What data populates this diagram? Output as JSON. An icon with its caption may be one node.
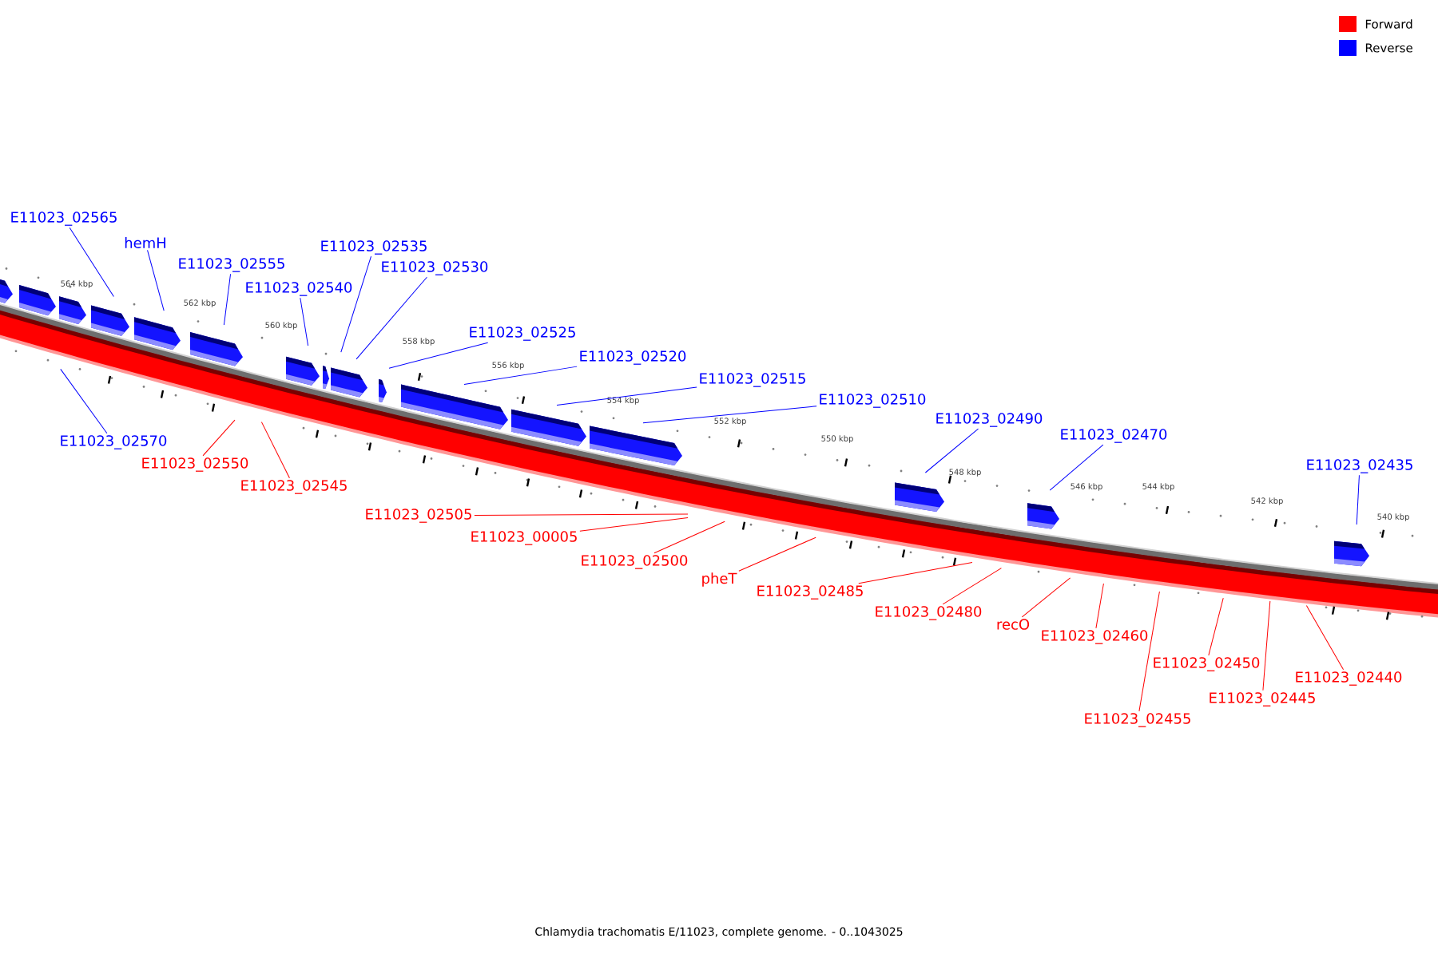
{
  "diagram": {
    "caption": "Chlamydia trachomatis E/11023, complete genome. - 0..1043025",
    "nodes": [
      {
        "text": [
          "E11023_02565"
        ]
      },
      {
        "text": [
          "hemH"
        ]
      },
      {
        "text": [
          "E11023_02555"
        ]
      },
      {
        "text": [
          "E11023_02535"
        ]
      },
      {
        "text": [
          "E11023_02540"
        ]
      },
      {
        "text": [
          "E11023_02530"
        ]
      },
      {
        "text": [
          "E11023_02525"
        ]
      },
      {
        "text": [
          "E11023_02520"
        ]
      },
      {
        "text": [
          "E11023_02515"
        ]
      },
      {
        "text": [
          "E11023_02510"
        ]
      },
      {
        "text": [
          "E11023_02490"
        ]
      },
      {
        "text": [
          "E11023_02470"
        ]
      },
      {
        "text": [
          "E11023_02435"
        ]
      },
      {
        "text": [
          "E11023_02570"
        ]
      },
      {
        "text": [
          "E11023_02550"
        ]
      },
      {
        "text": [
          "E11023_02545"
        ]
      },
      {
        "text": [
          "E11023_02505"
        ]
      },
      {
        "text": [
          "E11023_00005"
        ]
      },
      {
        "text": [
          "E11023_02500"
        ]
      },
      {
        "text": [
          "pheT"
        ]
      },
      {
        "text": [
          "E11023_02485"
        ]
      },
      {
        "text": [
          "E11023_02480"
        ]
      },
      {
        "text": [
          "recO"
        ]
      },
      {
        "text": [
          "E11023_02460"
        ]
      },
      {
        "text": [
          "E11023_02450"
        ]
      },
      {
        "text": [
          "E11023_02445"
        ]
      },
      {
        "text": [
          "E11023_02455"
        ]
      },
      {
        "text": [
          "E11023_02440"
        ]
      }
    ],
    "edges": [
      {
        "from": 0,
        "to": null,
        "arrow": "none"
      },
      {
        "from": 1,
        "to": null,
        "arrow": "none"
      },
      {
        "from": 2,
        "to": null,
        "arrow": "none"
      },
      {
        "from": 3,
        "to": null,
        "arrow": "none"
      },
      {
        "from": 4,
        "to": null,
        "arrow": "none"
      },
      {
        "from": 5,
        "to": null,
        "arrow": "none"
      },
      {
        "from": 6,
        "to": null,
        "arrow": "none"
      },
      {
        "from": 7,
        "to": null,
        "arrow": "none"
      },
      {
        "from": 8,
        "to": null,
        "arrow": "none"
      },
      {
        "from": 9,
        "to": null,
        "arrow": "none"
      },
      {
        "from": 10,
        "to": null,
        "arrow": "none"
      },
      {
        "from": 11,
        "to": null,
        "arrow": "none"
      },
      {
        "from": 12,
        "to": null,
        "arrow": "none"
      },
      {
        "from": 13,
        "to": null,
        "arrow": "none"
      },
      {
        "from": 14,
        "to": null,
        "arrow": "none",
        "color": "#ff0000"
      },
      {
        "from": 15,
        "to": null,
        "arrow": "none",
        "color": "#ff0000"
      },
      {
        "from": 16,
        "to": null,
        "arrow": "none",
        "color": "#ff0000"
      },
      {
        "from": 17,
        "to": null,
        "arrow": "none",
        "color": "#ff0000"
      },
      {
        "from": 18,
        "to": null,
        "arrow": "none",
        "color": "#ff0000"
      },
      {
        "from": 19,
        "to": null,
        "arrow": "none",
        "color": "#ff0000"
      },
      {
        "from": 20,
        "to": null,
        "arrow": "none",
        "color": "#ff0000"
      },
      {
        "from": 21,
        "to": null,
        "arrow": "none",
        "color": "#ff0000"
      },
      {
        "from": 22,
        "to": null,
        "arrow": "none",
        "color": "#ff0000"
      },
      {
        "from": 23,
        "to": null,
        "arrow": "none",
        "color": "#ff0000"
      },
      {
        "from": 24,
        "to": null,
        "arrow": "none",
        "color": "#ff0000"
      },
      {
        "from": 25,
        "to": null,
        "arrow": "none",
        "color": "#ff0000"
      },
      {
        "from": 26,
        "to": null,
        "arrow": "none",
        "color": "#ff0000"
      },
      {
        "from": 27,
        "to": null,
        "arrow": "none",
        "color": "#ff0000"
      }
    ],
    "labels": [
      "564 kbp",
      "562 kbp",
      "560 kbp",
      "558 kbp",
      "556 kbp",
      "554 kbp",
      "552 kbp",
      "550 kbp",
      "548 kbp",
      "546 kbp",
      "544 kbp",
      "542 kbp",
      "540 kbp"
    ],
    "legend": [
      {
        "text": "Forward",
        "color": "#ff0000"
      },
      {
        "text": "Reverse",
        "color": "#0000ff"
      }
    ]
  }
}
